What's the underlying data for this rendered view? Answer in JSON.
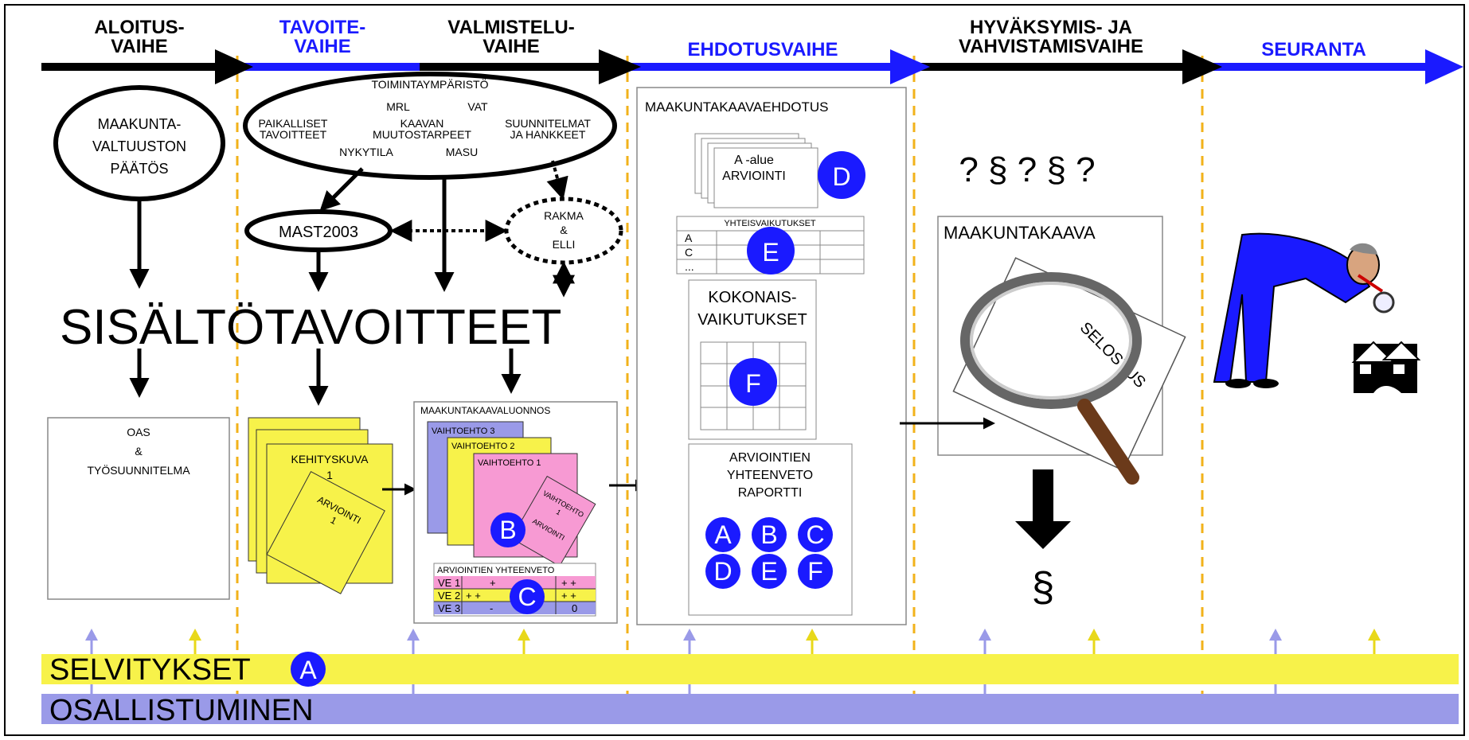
{
  "phases": [
    {
      "line1": "ALOITUS-",
      "line2": "VAIHE",
      "color": "#000000"
    },
    {
      "line1": "TAVOITE-",
      "line2": "VAIHE",
      "color": "#1a1aff"
    },
    {
      "line1": "VALMISTELU-",
      "line2": "VAIHE",
      "color": "#000000"
    },
    {
      "line1": "EHDOTUSVAIHE",
      "line2": "",
      "color": "#1a1aff"
    },
    {
      "line1": "HYVÄKSYMIS- JA",
      "line2": "VAHVISTAMISVAIHE",
      "color": "#000000"
    },
    {
      "line1": "SEURANTA",
      "line2": "",
      "color": "#1a1aff"
    }
  ],
  "aloitus": {
    "decision": [
      "MAAKUNTA-",
      "VALTUUSTON",
      "PÄÄTÖS"
    ],
    "oas": [
      "OAS",
      "&",
      "TYÖSUUNNITELMA"
    ]
  },
  "environment": {
    "title": "TOIMINTAYMPÄRISTÖ",
    "mrl": "MRL",
    "vat": "VAT",
    "paikalliset": [
      "PAIKALLISET",
      "TAVOITTEET"
    ],
    "kaavan": [
      "KAAVAN",
      "MUUTOSTARPEET"
    ],
    "suunnitelmat": [
      "SUUNNITELMAT",
      "JA HANKKEET"
    ],
    "nykytila": "NYKYTILA",
    "masu": "MASU"
  },
  "mast": "MAST2003",
  "rakma": [
    "RAKMA",
    "&",
    "ELLI"
  ],
  "goals": "SISÄLTÖTAVOITTEET",
  "kehityskuva": {
    "label": [
      "KEHITYSKUVA",
      "1"
    ],
    "arviointi": [
      "ARVIOINTI",
      "1"
    ]
  },
  "luonnos": {
    "title": "MAAKUNTAKAAVALUONNOS",
    "alt3": "VAIHTOEHTO 3",
    "alt2": "VAIHTOEHTO 2",
    "alt1": "VAIHTOEHTO 1",
    "inner": [
      "VAIHTOEHTO",
      "1"
    ],
    "arviointi": "ARVIOINTI",
    "circle": "B",
    "summary_title": "ARVIOINTIEN YHTEENVETO",
    "rows": [
      {
        "label": "VE 1",
        "a": "+",
        "b": "+ +",
        "color": "#f79ad3"
      },
      {
        "label": "VE 2",
        "a": "+ +",
        "b": "+ +",
        "color": "#f7f24a"
      },
      {
        "label": "VE 3",
        "a": "-",
        "b": "0",
        "color": "#9a9ae8"
      }
    ],
    "circle2": "C"
  },
  "ehdotus": {
    "title": "MAAKUNTAKAAVAEHDOTUS",
    "alue": [
      "A -alue",
      "ARVIOINTI"
    ],
    "circle_d": "D",
    "yhteis_title": "YHTEISVAIKUTUKSET",
    "yhteis_rows": [
      "A",
      "C",
      "..."
    ],
    "circle_e": "E",
    "kokonais": [
      "KOKONAIS-",
      "VAIKUTUKSET"
    ],
    "circle_f": "F",
    "report": [
      "ARVIOINTIEN",
      "YHTEENVETO",
      "RAPORTTI"
    ],
    "report_circles": [
      "A",
      "B",
      "C",
      "D",
      "E",
      "F"
    ]
  },
  "hyvaksymis": {
    "symbols": "? § ? § ?",
    "map_title": "MAAKUNTAKAAVA",
    "selostus": "SELOSTUS",
    "paragraph": "§"
  },
  "bars": {
    "selvitykset": "SELVITYKSET",
    "selvitykset_circle": "A",
    "osallistuminen": "OSALLISTUMINEN"
  },
  "colors": {
    "blue": "#1a1aff",
    "yellow": "#f7f24a",
    "lilac": "#9a9ae8",
    "pink": "#f79ad3",
    "dash": "#f2b21a"
  }
}
